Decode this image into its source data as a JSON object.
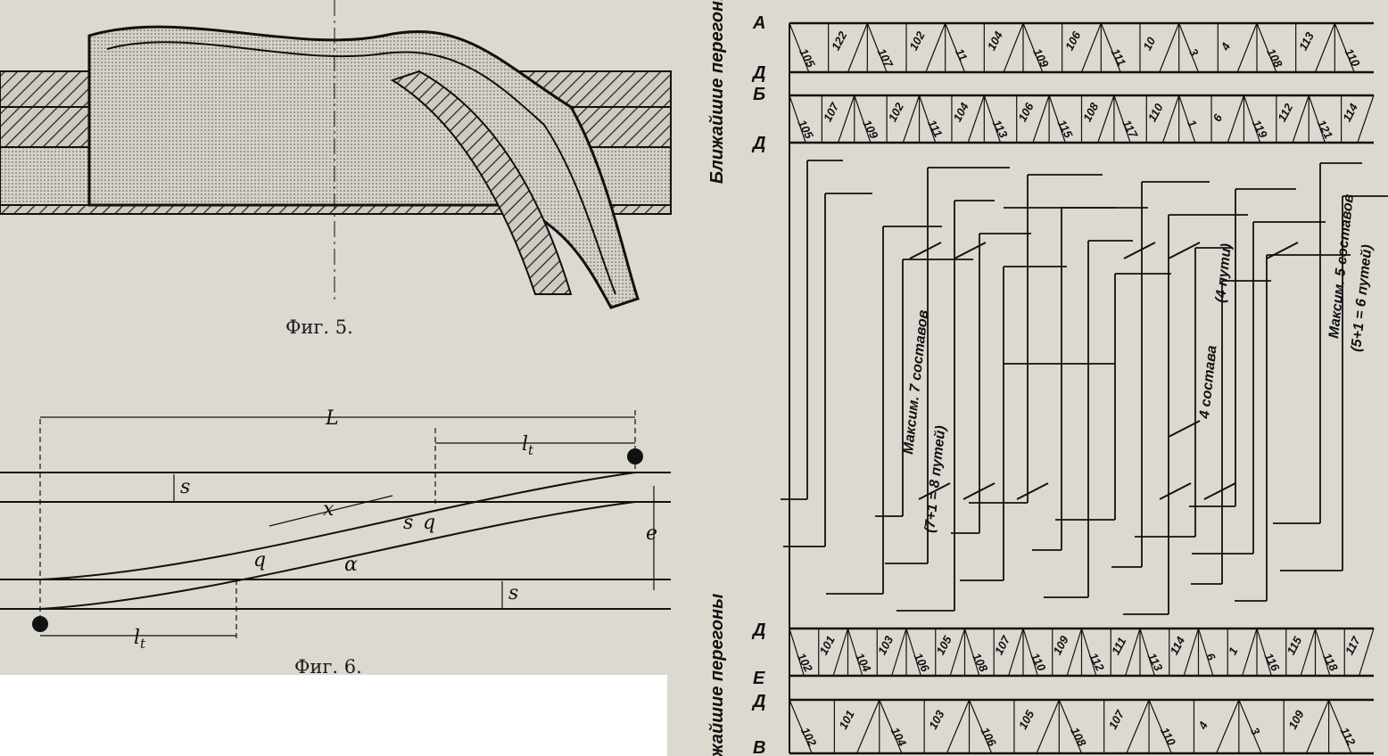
{
  "figure5": {
    "caption": "Фиг. 5."
  },
  "figure6": {
    "caption": "Фиг. 6.",
    "labels": {
      "L": "L",
      "lt_top": "l",
      "lt_top_sub": "t",
      "s_top": "s",
      "x": "x",
      "s_mid": "s",
      "q_mid": "q",
      "q_low": "q",
      "alpha": "α",
      "e": "e",
      "s_bottom": "s",
      "lt_bottom": "l",
      "lt_bottom_sub": "t"
    }
  },
  "schedule": {
    "side_label": "Ближайшие перегоны",
    "top_rows": [
      "А",
      "Д",
      "Б",
      "Д"
    ],
    "bottom_rows": [
      "Д",
      "Е",
      "Д",
      "В"
    ],
    "top_band_row1": [
      "105",
      "122",
      "107",
      "102",
      "11",
      "104",
      "109",
      "106",
      "111",
      "10",
      "3",
      "4",
      "108",
      "113",
      "110"
    ],
    "top_band_row2": [
      "105",
      "107",
      "109",
      "102",
      "111",
      "104",
      "113",
      "106",
      "115",
      "108",
      "117",
      "110",
      "1",
      "6",
      "119",
      "112",
      "121",
      "114"
    ],
    "bottom_band_row1": [
      "102",
      "101",
      "104",
      "103",
      "106",
      "105",
      "108",
      "107",
      "110",
      "109",
      "112",
      "111",
      "113",
      "114",
      "6",
      "1",
      "116",
      "115",
      "118",
      "117"
    ],
    "bottom_band_row2": [
      "102",
      "101",
      "104",
      "103",
      "106",
      "105",
      "108",
      "107",
      "110",
      "4",
      "3",
      "109",
      "112"
    ],
    "annotations": {
      "max7": "Максим. 7 составов",
      "max7_paths": "(7+1 = 8 путей)",
      "four": "4 состава",
      "four_paths": "(4 пути)",
      "max5": "Максим. 5 составов",
      "max5_paths": "(5+1 = 6 путей)"
    }
  }
}
